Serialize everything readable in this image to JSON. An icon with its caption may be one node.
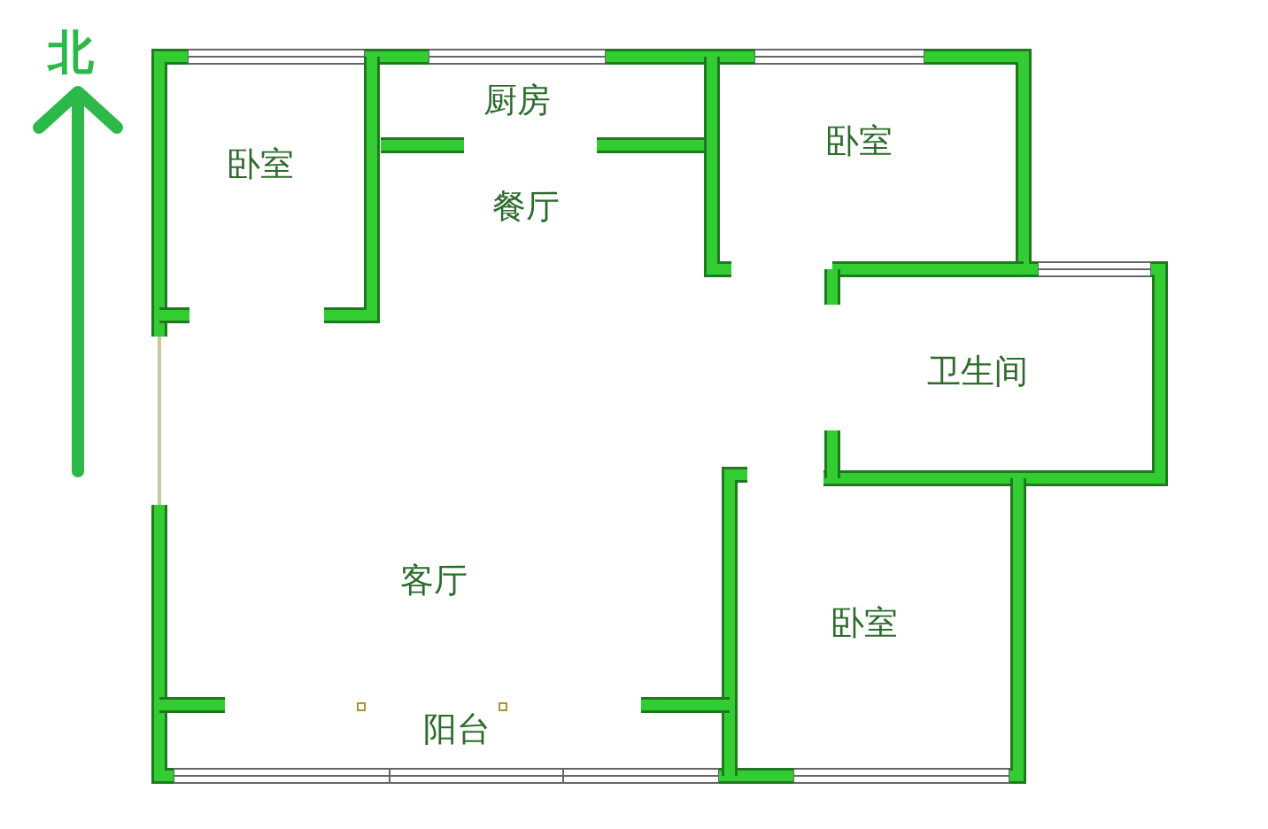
{
  "diagram": {
    "labels": [
      "北",
      "卧室",
      "厨房",
      "餐厅",
      "卧室",
      "卫生间",
      "客厅",
      "卧室",
      "阳台"
    ]
  }
}
